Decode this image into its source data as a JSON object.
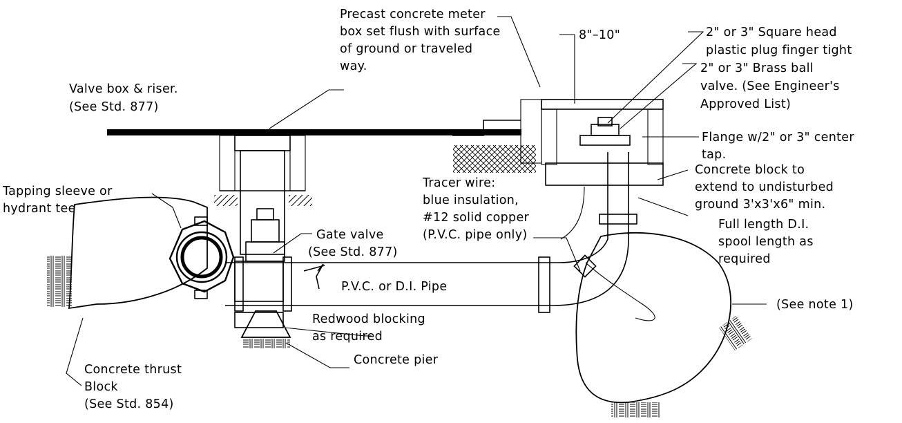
{
  "labels": {
    "meter_box": [
      "Precast concrete meter",
      "box set flush with surface",
      "of ground or traveled",
      "way."
    ],
    "dim": "8\"–10\"",
    "plug": [
      "2\" or 3\" Square head",
      "plastic plug finger tight"
    ],
    "ball_valve": [
      "2\" or 3\" Brass ball",
      "valve. (See Engineer's",
      "Approved List)"
    ],
    "flange": [
      "Flange w/2\" or 3\" center",
      "tap."
    ],
    "conc_block": [
      "Concrete block to",
      "extend to undisturbed",
      "ground 3'x3'x6\" min."
    ],
    "tracer": [
      "Tracer wire:",
      "blue insulation,",
      "#12 solid copper",
      "(P.V.C. pipe only)"
    ],
    "spool": [
      "Full length D.I.",
      "spool length as",
      "required"
    ],
    "note1": "(See note 1)",
    "valve_box": [
      "Valve box & riser.",
      "(See Std. 877)"
    ],
    "tapping": [
      "Tapping sleeve or",
      "hydrant tee"
    ],
    "gate_valve": [
      "Gate valve",
      "(See Std. 877)"
    ],
    "pipe": "P.V.C. or D.I. Pipe",
    "redwood": [
      "Redwood blocking",
      "as required"
    ],
    "pier": "Concrete pier",
    "thrust": [
      "Concrete thrust",
      "Block",
      "(See Std. 854)"
    ]
  }
}
